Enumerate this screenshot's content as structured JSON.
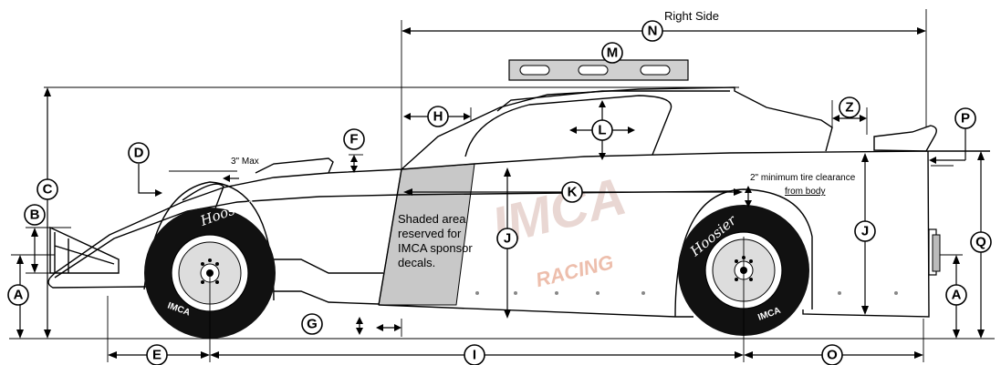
{
  "title": "Right Side",
  "labels": {
    "A": "A",
    "B": "B",
    "C": "C",
    "D": "D",
    "E": "E",
    "F": "F",
    "G": "G",
    "H": "H",
    "I": "I",
    "J": "J",
    "K": "K",
    "L": "L",
    "M": "M",
    "N": "N",
    "O": "O",
    "P": "P",
    "Q": "Q",
    "Z": "Z"
  },
  "notes": {
    "max_3in": "3\" Max",
    "tire_clearance_line1": "2\" minimum tire clearance",
    "tire_clearance_line2": "from body",
    "shaded_line1": "Shaded area",
    "shaded_line2": "reserved for",
    "shaded_line3": "IMCA sponsor",
    "shaded_line4": "decals."
  },
  "tires": {
    "brand": "Hoosier",
    "series": "IMCA"
  },
  "watermark": {
    "logo": "IMCA",
    "text": "RACING"
  },
  "colors": {
    "shaded": "#c8c8c8",
    "ink": "#000000",
    "watermark": "#e08a6a"
  }
}
